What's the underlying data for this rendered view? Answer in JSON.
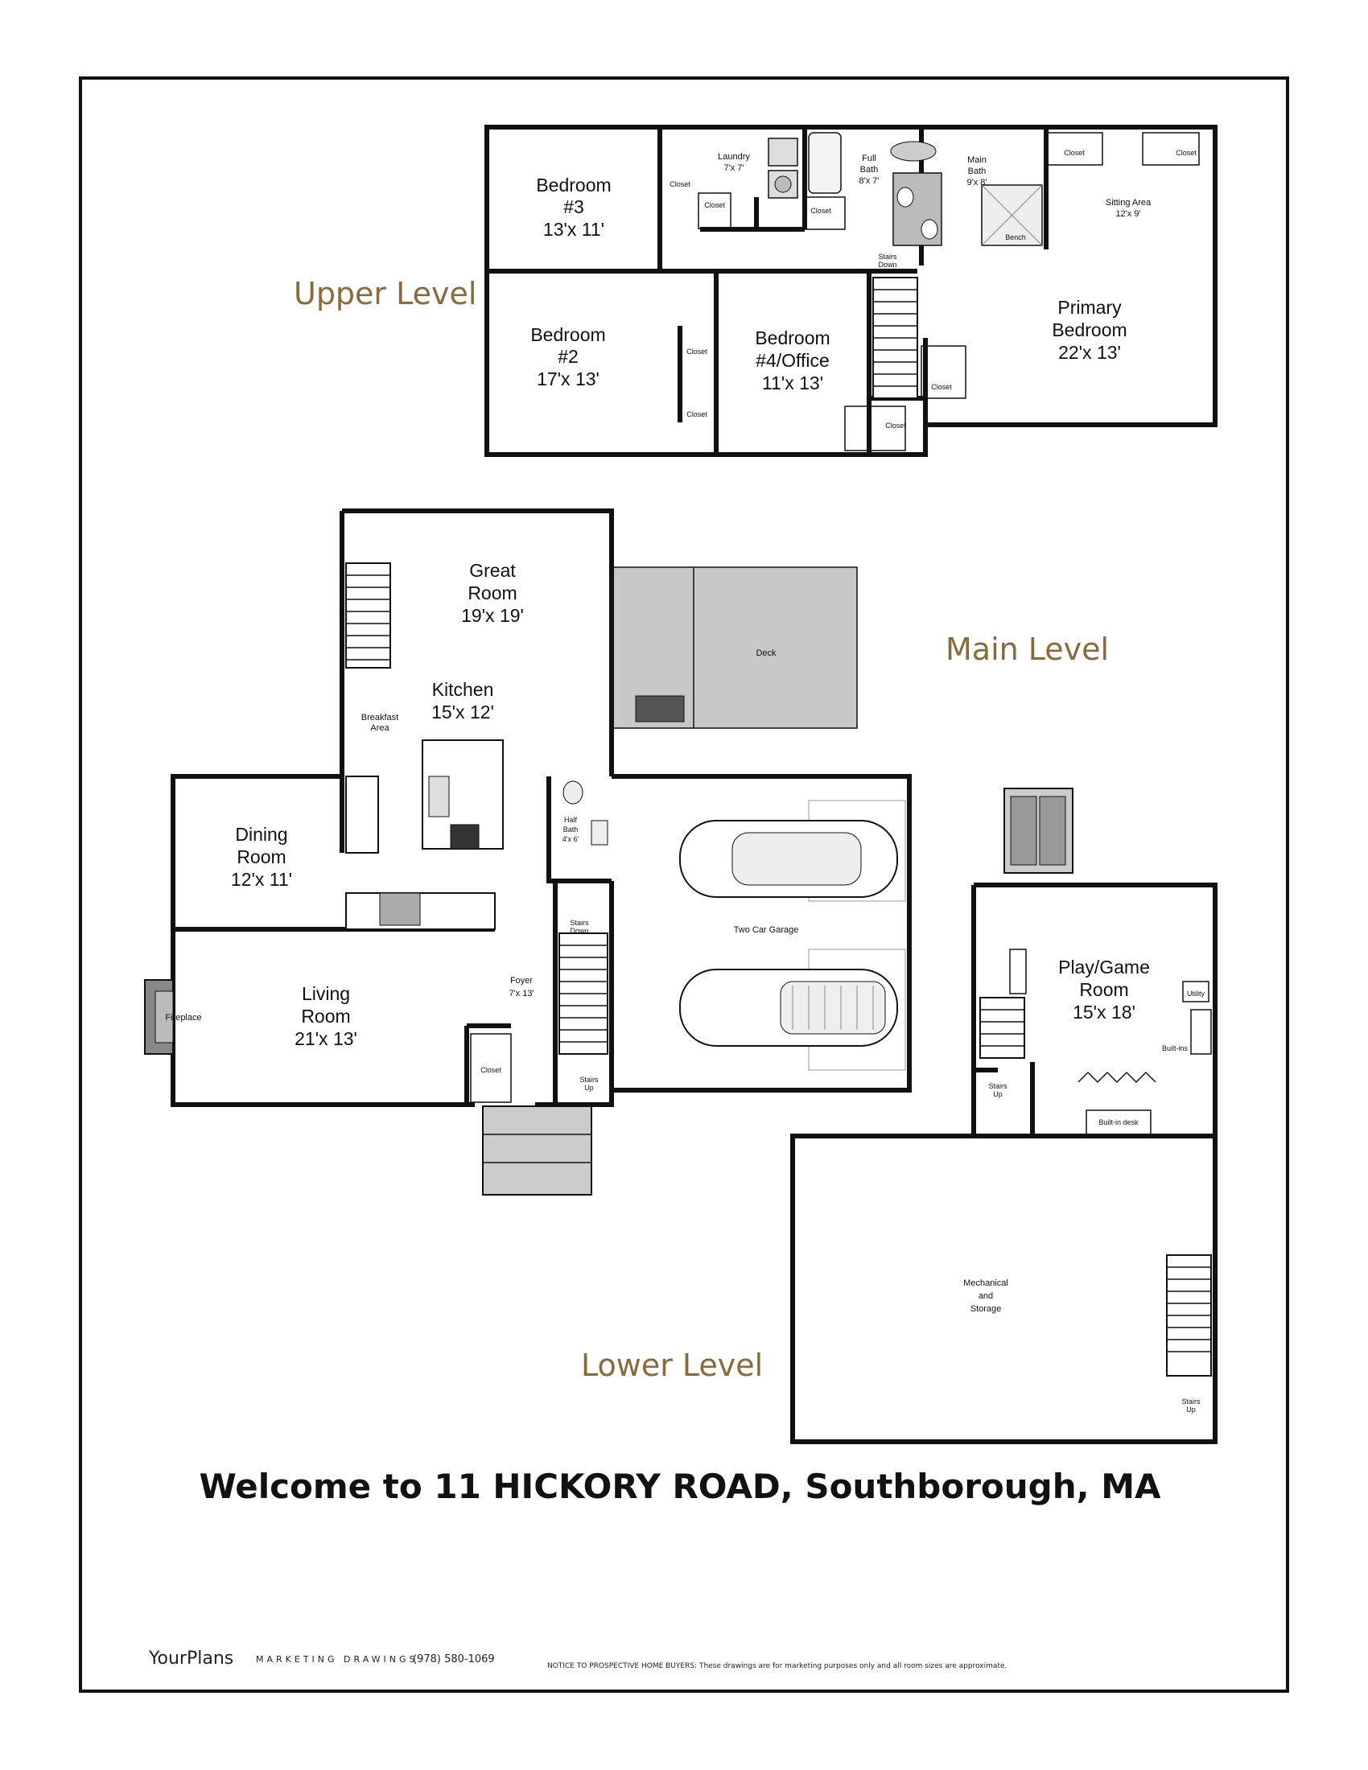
{
  "levels": {
    "upper": "Upper Level",
    "main": "Main Level",
    "lower": "Lower Level"
  },
  "upper": {
    "bedroom3": {
      "name1": "Bedroom",
      "name2": "#3",
      "size": "13'x 11'"
    },
    "bedroom2": {
      "name1": "Bedroom",
      "name2": "#2",
      "size": "17'x 13'"
    },
    "bedroom4": {
      "name1": "Bedroom",
      "name2": "#4/Office",
      "size": "11'x 13'"
    },
    "primary": {
      "name1": "Primary",
      "name2": "Bedroom",
      "size": "22'x 13'"
    },
    "laundry": {
      "name": "Laundry",
      "size": "7'x 7'"
    },
    "full_bath": {
      "name1": "Full",
      "name2": "Bath",
      "size": "8'x 7'"
    },
    "main_bath": {
      "name1": "Main",
      "name2": "Bath",
      "size": "9'x 8'"
    },
    "sitting": {
      "name": "Sitting Area",
      "size": "12'x 9'"
    },
    "closet": "Closet",
    "stairs_down": {
      "l1": "Stairs",
      "l2": "Down"
    },
    "bench": "Bench"
  },
  "main": {
    "great_room": {
      "name1": "Great",
      "name2": "Room",
      "size": "19'x 19'"
    },
    "kitchen": {
      "name": "Kitchen",
      "size": "15'x 12'"
    },
    "breakfast": {
      "l1": "Breakfast",
      "l2": "Area"
    },
    "deck": "Deck",
    "dining": {
      "name1": "Dining",
      "name2": "Room",
      "size": "12'x 11'"
    },
    "living": {
      "name1": "Living",
      "name2": "Room",
      "size": "21'x 13'"
    },
    "fireplace": "Fireplace",
    "foyer": {
      "name": "Foyer",
      "size": "7'x 13'"
    },
    "half_bath": {
      "l1": "Half",
      "l2": "Bath",
      "size": "4'x 6'"
    },
    "closet": "Closet",
    "stairs_down": {
      "l1": "Stairs",
      "l2": "Down"
    },
    "stairs_up": {
      "l1": "Stairs",
      "l2": "Up"
    },
    "garage": "Two Car Garage"
  },
  "lower": {
    "play": {
      "name1": "Play/Game",
      "name2": "Room",
      "size": "15'x 18'"
    },
    "utility": "Utility",
    "builtins": "Built-ins",
    "builtin_desk": "Built-in desk",
    "stairs_up": {
      "l1": "Stairs",
      "l2": "Up"
    },
    "mechanical": {
      "l1": "Mechanical",
      "l2": "and",
      "l3": "Storage"
    }
  },
  "title": "Welcome to 11 HICKORY ROAD, Southborough, MA",
  "footer": {
    "brand": "YourPlans",
    "brand_sub": "MARKETING DRAWINGS",
    "phone": "(978) 580-1069",
    "notice": "NOTICE TO PROSPECTIVE HOME BUYERS: These drawings are for marketing purposes only and all room sizes are approximate."
  }
}
